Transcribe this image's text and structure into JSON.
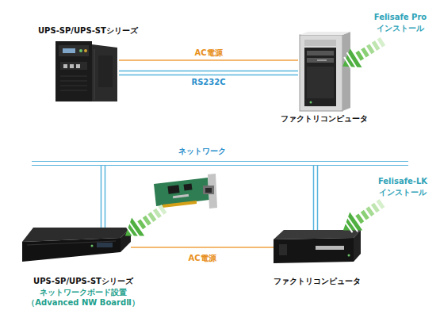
{
  "diagram": {
    "nodes": [
      {
        "text": [
          "UPS-SP/UPS-STシリーズ"
        ]
      },
      {
        "text": [
          "ファクトリコンピュータ"
        ]
      },
      {
        "text": [
          "ネットワーク"
        ]
      },
      {
        "text": [
          "UPS-SP/UPS-STシリーズ",
          "ネットワークボード設置",
          "（Advanced NW BoardⅡ）"
        ]
      },
      {
        "text": [
          "ファクトリコンピュータ"
        ]
      }
    ],
    "edges": [
      {
        "from": 0,
        "to": 1,
        "label": "AC電源",
        "arrow": "none"
      },
      {
        "from": 0,
        "to": 1,
        "label": "RS232C",
        "arrow": "none"
      },
      {
        "from": 2,
        "to": 3,
        "arrow": "none"
      },
      {
        "from": 2,
        "to": 4,
        "arrow": "none"
      },
      {
        "from": 3,
        "to": 4,
        "label": "AC電源",
        "arrow": "none"
      }
    ],
    "labels": [
      "Felisafe Pro",
      "インストール",
      "Felisafe-LK",
      "インストール"
    ]
  }
}
